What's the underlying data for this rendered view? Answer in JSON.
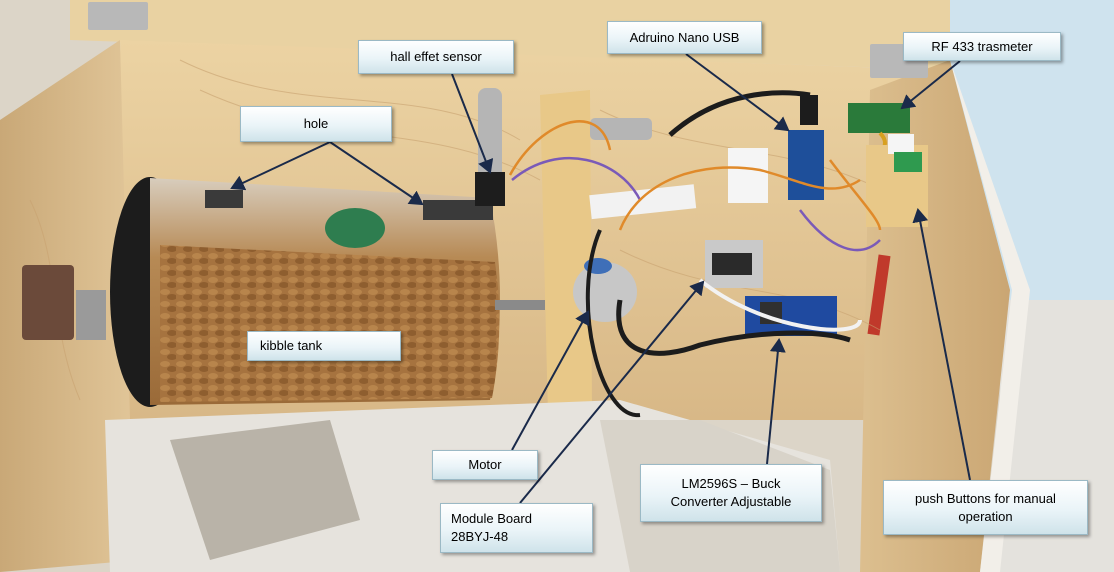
{
  "labels": {
    "hole": "hole",
    "hall_sensor": "hall effet sensor",
    "arduino": "Adruino Nano USB",
    "rf433": "RF 433  trasmeter",
    "kibble_tank": "kibble tank",
    "motor": "Motor",
    "module_board_line1": "Module Board",
    "module_board_line2": "28BYJ-48",
    "buck_line1": "LM2596S  – Buck",
    "buck_line2": "Converter Adjustable",
    "push_buttons_line1": "push Buttons for manual",
    "push_buttons_line2": "operation"
  }
}
